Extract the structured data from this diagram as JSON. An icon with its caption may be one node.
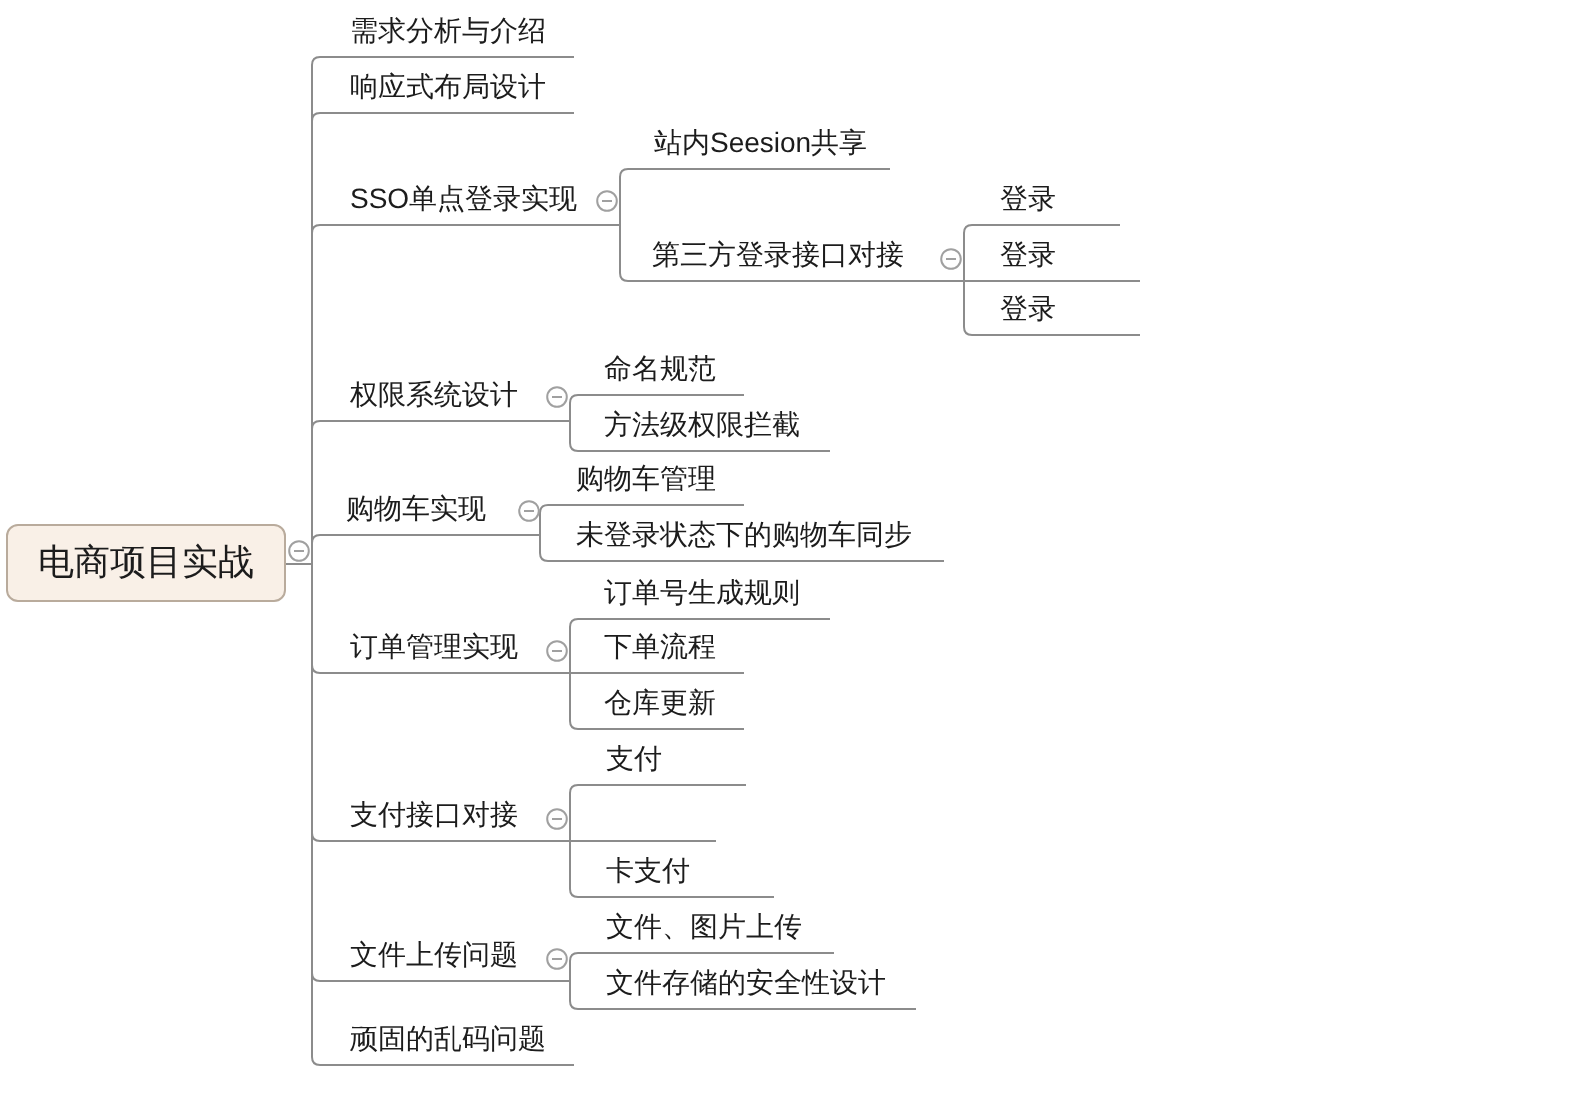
{
  "diagram": {
    "nodes": [
      {
        "text": [
          "电商项目实战"
        ]
      },
      {
        "text": [
          "需求分析与介绍"
        ]
      },
      {
        "text": [
          "响应式布局设计"
        ]
      },
      {
        "text": [
          "SSO单点登录实现"
        ]
      },
      {
        "text": [
          "站内Seesion共享"
        ]
      },
      {
        "text": [
          "第三方登录接口对接"
        ]
      },
      {
        "text": [
          "登录"
        ]
      },
      {
        "text": [
          "登录"
        ]
      },
      {
        "text": [
          "登录"
        ]
      },
      {
        "text": [
          "权限系统设计"
        ]
      },
      {
        "text": [
          "命名规范"
        ]
      },
      {
        "text": [
          "方法级权限拦截"
        ]
      },
      {
        "text": [
          "购物车实现"
        ]
      },
      {
        "text": [
          "购物车管理"
        ]
      },
      {
        "text": [
          "未登录状态下的购物车同步"
        ]
      },
      {
        "text": [
          "订单管理实现"
        ]
      },
      {
        "text": [
          "订单号生成规则"
        ]
      },
      {
        "text": [
          "下单流程"
        ]
      },
      {
        "text": [
          "仓库更新"
        ]
      },
      {
        "text": [
          "支付接口对接"
        ]
      },
      {
        "text": [
          "支付"
        ]
      },
      {
        "text": [],
        "shape": "line"
      },
      {
        "text": [
          "卡支付"
        ]
      },
      {
        "text": [
          "文件上传问题"
        ]
      },
      {
        "text": [
          "文件、图片上传"
        ]
      },
      {
        "text": [
          "文件存储的安全性设计"
        ]
      },
      {
        "text": [
          "顽固的乱码问题"
        ]
      }
    ],
    "edges": [
      {
        "from": 0,
        "to": 1,
        "arrow": "none"
      },
      {
        "from": 0,
        "to": 2,
        "arrow": "none"
      },
      {
        "from": 0,
        "to": 3,
        "arrow": "none"
      },
      {
        "from": 0,
        "to": 9,
        "arrow": "none"
      },
      {
        "from": 0,
        "to": 12,
        "arrow": "none"
      },
      {
        "from": 0,
        "to": 15,
        "arrow": "none"
      },
      {
        "from": 0,
        "to": 19,
        "arrow": "none"
      },
      {
        "from": 0,
        "to": 23,
        "arrow": "none"
      },
      {
        "from": 0,
        "to": 26,
        "arrow": "none"
      },
      {
        "from": 3,
        "to": 4,
        "arrow": "none"
      },
      {
        "from": 3,
        "to": 5,
        "arrow": "none"
      },
      {
        "from": 5,
        "to": 6,
        "arrow": "none"
      },
      {
        "from": 5,
        "to": 7,
        "arrow": "none"
      },
      {
        "from": 5,
        "to": 8,
        "arrow": "none"
      },
      {
        "from": 9,
        "to": 10,
        "arrow": "none"
      },
      {
        "from": 9,
        "to": 11,
        "arrow": "none"
      },
      {
        "from": 12,
        "to": 13,
        "arrow": "none"
      },
      {
        "from": 12,
        "to": 14,
        "arrow": "none"
      },
      {
        "from": 15,
        "to": 16,
        "arrow": "none"
      },
      {
        "from": 15,
        "to": 17,
        "arrow": "none"
      },
      {
        "from": 15,
        "to": 18,
        "arrow": "none"
      },
      {
        "from": 19,
        "to": 20,
        "arrow": "none"
      },
      {
        "from": 19,
        "to": 21,
        "arrow": "none"
      },
      {
        "from": 19,
        "to": 22,
        "arrow": "none"
      },
      {
        "from": 23,
        "to": 24,
        "arrow": "none"
      },
      {
        "from": 23,
        "to": 25,
        "arrow": "none"
      }
    ]
  }
}
